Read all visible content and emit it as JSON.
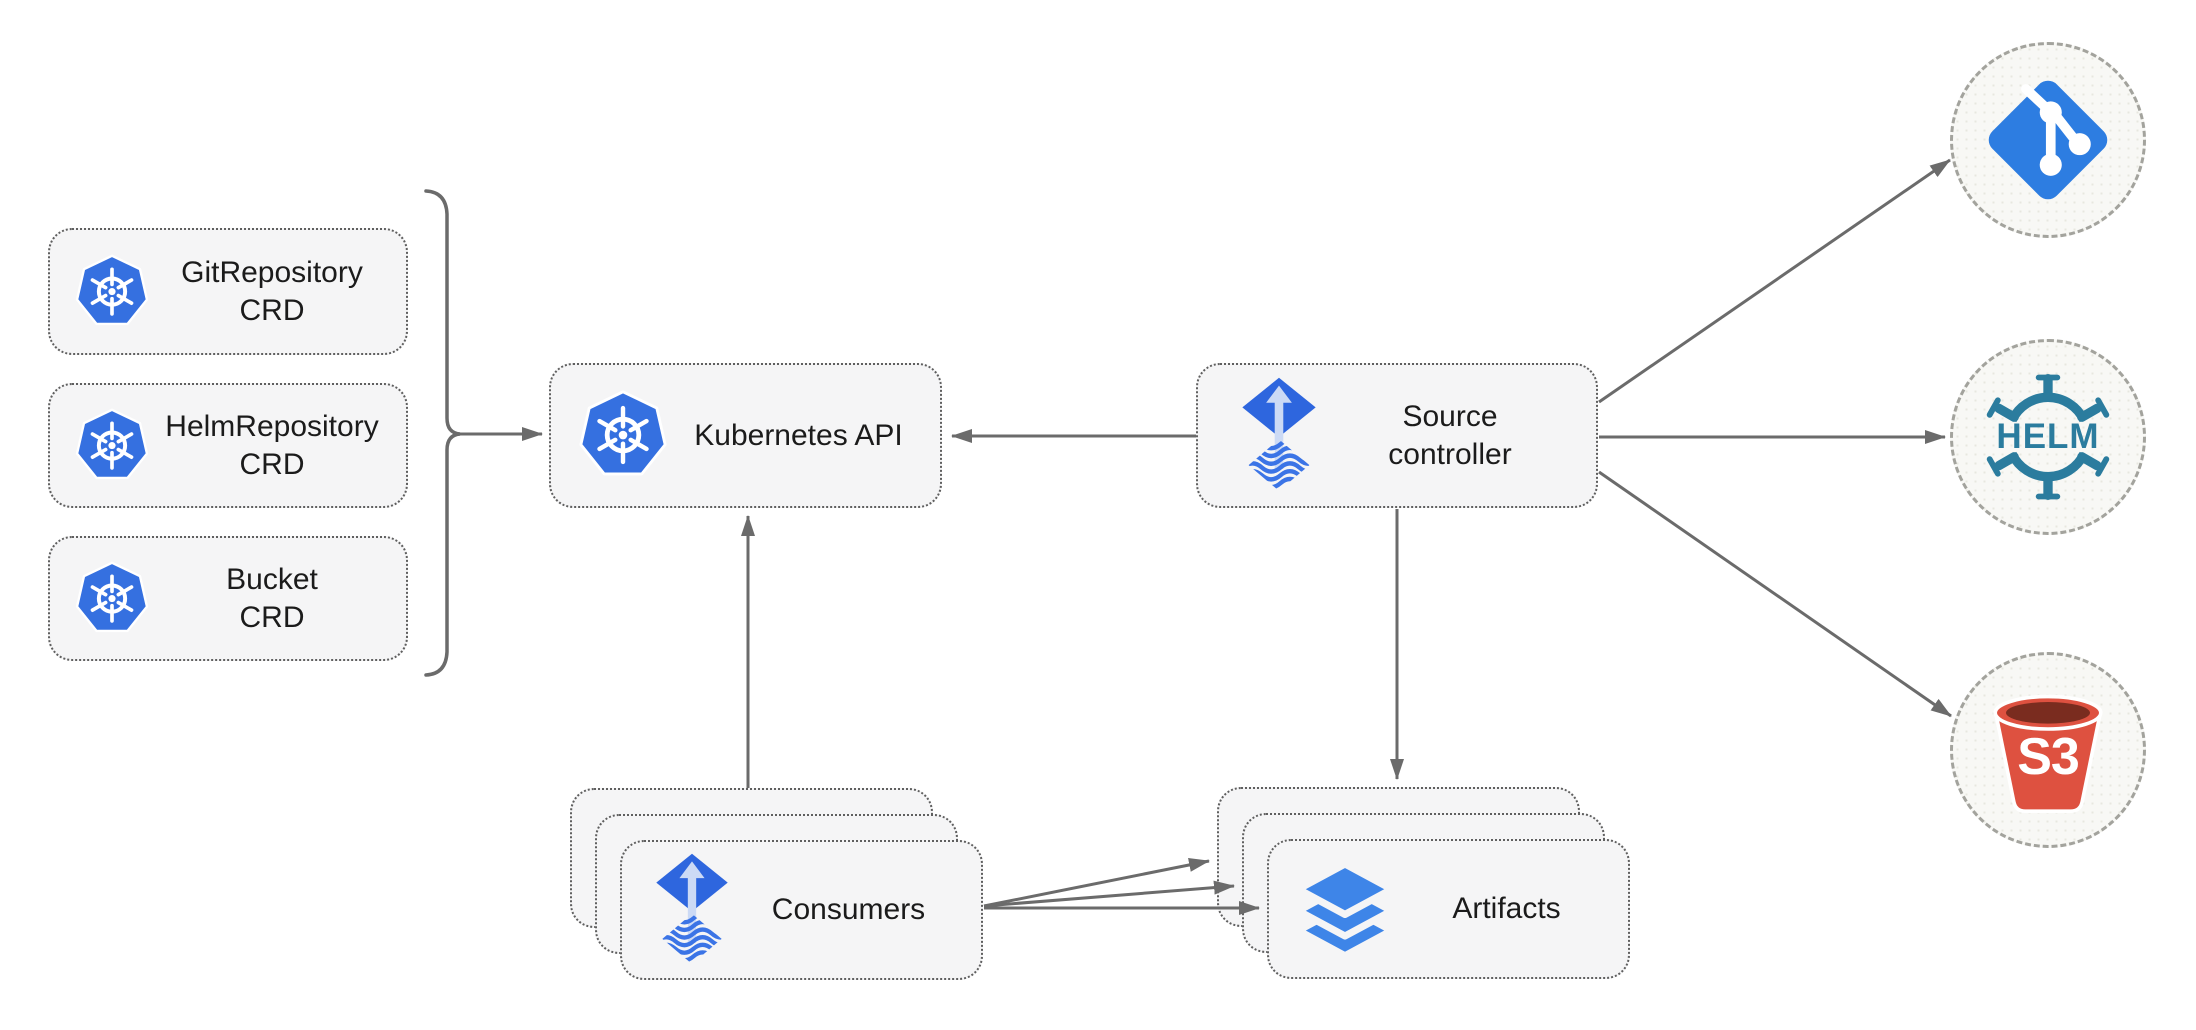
{
  "diagram": {
    "nodes": {
      "crds": [
        {
          "label": "GitRepository\nCRD"
        },
        {
          "label": "HelmRepository\nCRD"
        },
        {
          "label": "Bucket\nCRD"
        }
      ],
      "kubernetes_api": {
        "label": "Kubernetes API"
      },
      "source_controller": {
        "label": "Source\ncontroller"
      },
      "consumers": {
        "label": "Consumers"
      },
      "artifacts": {
        "label": "Artifacts"
      },
      "git": {
        "icon": "git-icon"
      },
      "helm": {
        "icon": "helm-icon",
        "label": "HELM"
      },
      "s3": {
        "icon": "s3-bucket-icon",
        "label": "S3"
      }
    },
    "colors": {
      "kubernetes_blue": "#3570e0",
      "flux_blue": "#2e66de",
      "flux_arrow_light": "#ccdaf5",
      "flux_wave_blue": "#3b74e6",
      "layers_blue": "#3e85e8",
      "git_blue": "#2d7de1",
      "helm_teal": "#2b7c9e",
      "s3_red": "#de5140",
      "s3_dark_red": "#7a2c1f",
      "arrow_gray": "#6b6b6b",
      "node_fill": "#f5f5f6",
      "node_border": "#5f5f5f",
      "circle_fill": "#f8f8f5",
      "circle_border": "#a3a39d",
      "text": "#1b1b1b"
    }
  }
}
